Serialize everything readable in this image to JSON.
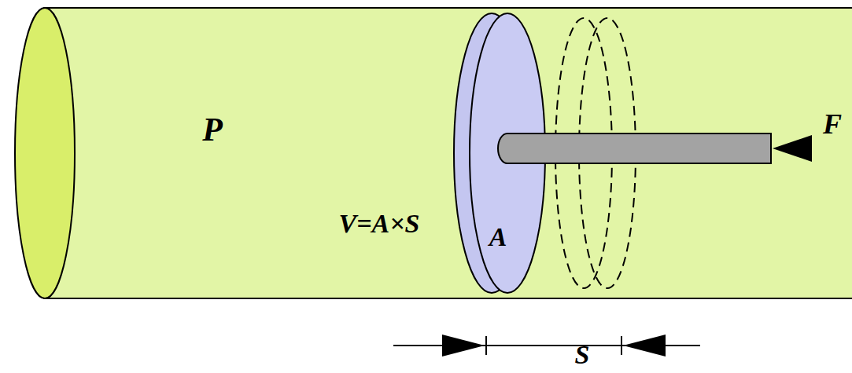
{
  "diagram": {
    "labels": [
      "P",
      "V=A×S",
      "A",
      "F",
      "S"
    ]
  }
}
